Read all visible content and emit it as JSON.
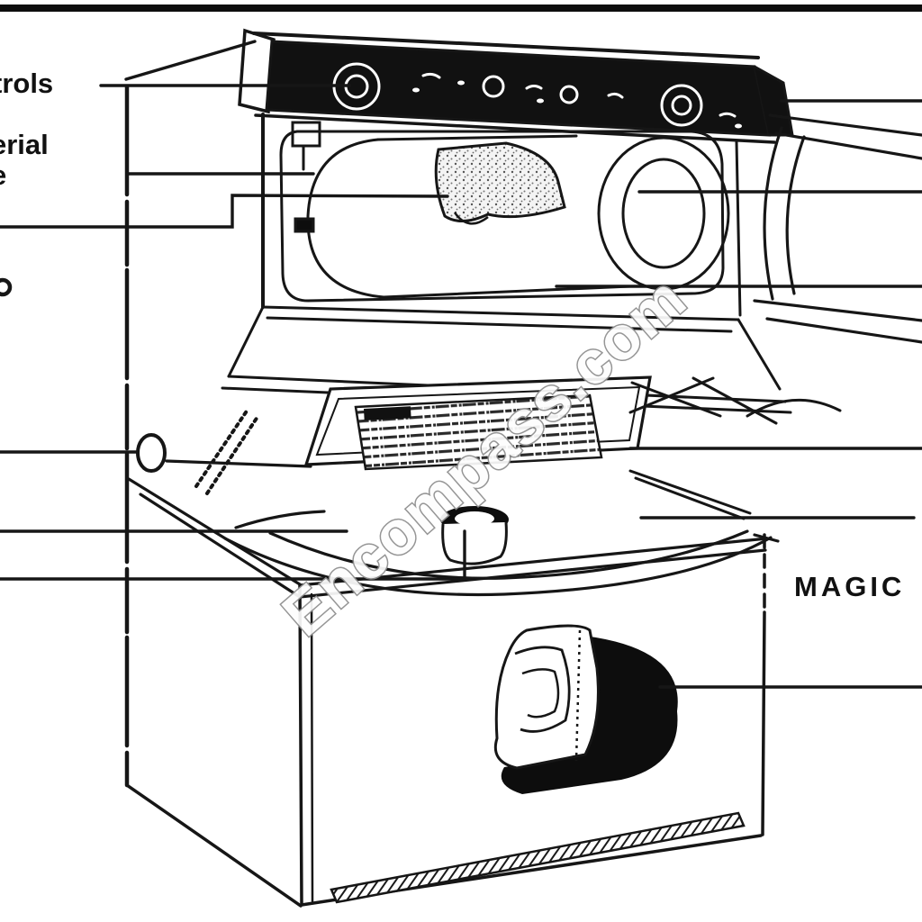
{
  "diagram": {
    "type": "appliance-parts-line-drawing",
    "subject": "stacked laundry center (dryer over washer) with callout leader lines",
    "labels": {
      "controls_fragment": "trols",
      "serial_fragment_line1": "erial",
      "serial_fragment_line2": "e",
      "brand_fragment": "MAGIC"
    },
    "watermark": "Encompass.com",
    "colors": {
      "line": "#161616",
      "background": "#ffffff",
      "solid_black": "#0d0d0d",
      "watermark_outline": "#8e8e8e",
      "watermark_fill": "#fdfdfd"
    }
  }
}
